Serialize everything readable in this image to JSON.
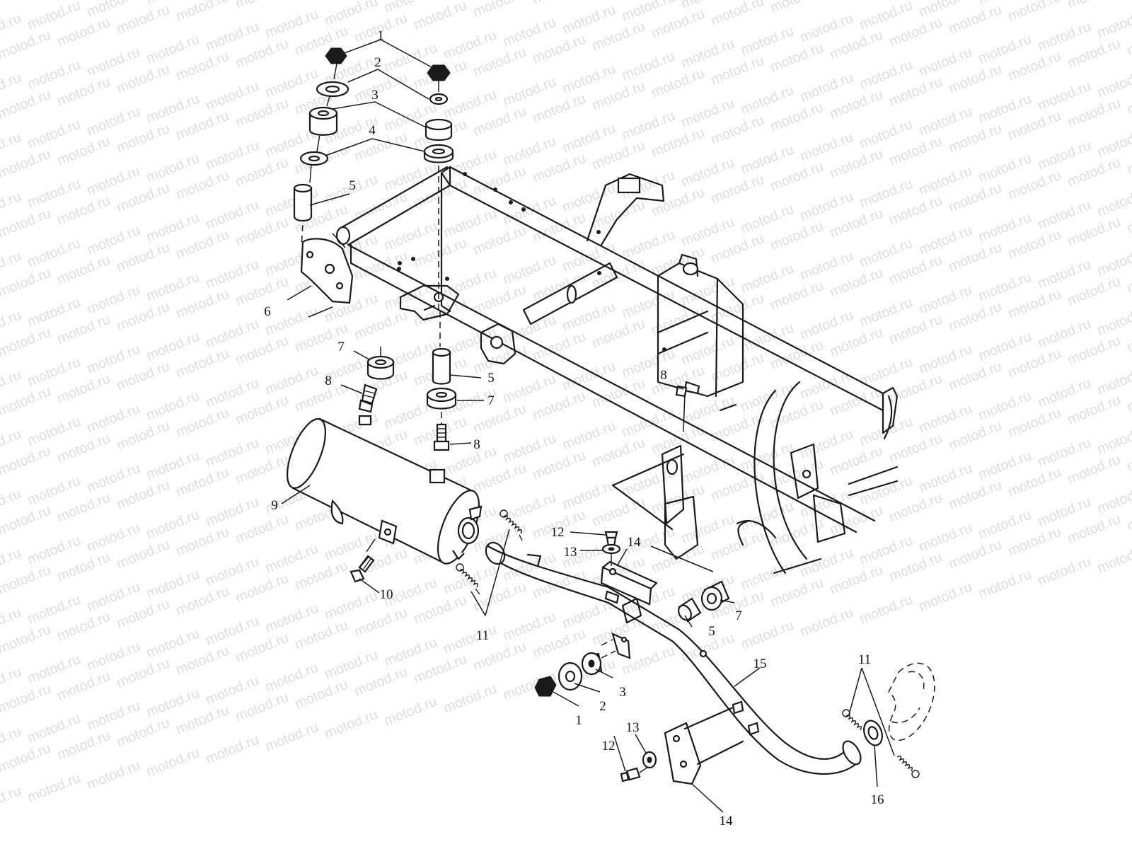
{
  "watermark": {
    "text": "motod.ru"
  },
  "callouts": {
    "c1a": "1",
    "c2a": "2",
    "c3a": "3",
    "c4a": "4",
    "c5a": "5",
    "c6": "6",
    "c7a": "7",
    "c8a": "8",
    "c5b": "5",
    "c7b": "7",
    "c8b": "8",
    "c8c": "8",
    "c9": "9",
    "c10": "10",
    "c11a": "11",
    "c12a": "12",
    "c13a": "13",
    "c14a": "14",
    "c5c": "5",
    "c7c": "7",
    "c15": "15",
    "c3b": "3",
    "c2b": "2",
    "c1b": "1",
    "c11b": "11",
    "c13b": "13",
    "c12b": "12",
    "c14b": "14",
    "c16": "16"
  },
  "colors": {
    "ink": "#1a1a1a",
    "paper": "#ffffff",
    "watermark": "#000000"
  }
}
